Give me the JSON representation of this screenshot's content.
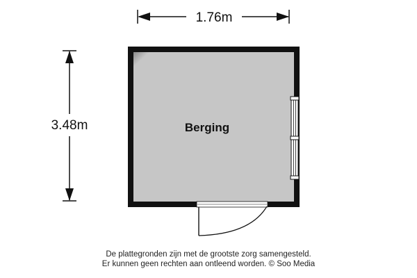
{
  "dimensions": {
    "width_label": "1.76m",
    "height_label": "3.48m"
  },
  "rooms": [
    {
      "name": "Berging"
    }
  ],
  "disclaimer": {
    "line1": "De plattegronden zijn met de grootste zorg samengesteld.",
    "line2": "Er kunnen geen rechten aan ontleend worden. © Soo Media"
  },
  "colors": {
    "wall": "#111111",
    "floor": "#c4c4c4",
    "dimension_line": "#111111",
    "background": "#ffffff"
  }
}
